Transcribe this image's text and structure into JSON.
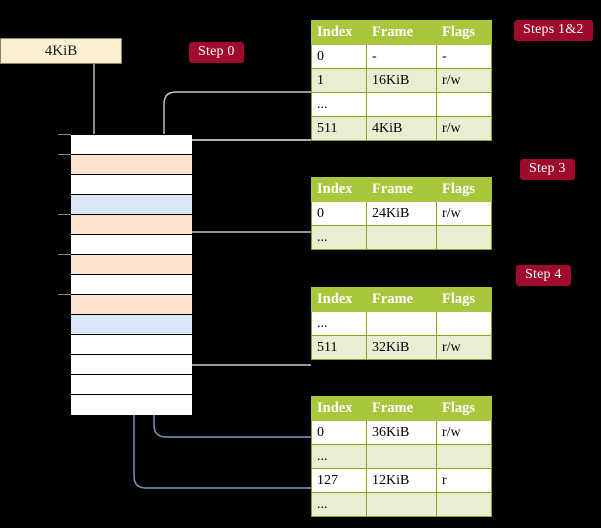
{
  "diagram": {
    "title": "multi-level-page-table-walk",
    "colors": {
      "badge_bg": "#9e0b2b",
      "table_header_bg": "#a8c73c",
      "table_alt_row_bg": "#e7eed2",
      "highlight_bg": "#fbf88a",
      "page_box_bg": "#fbf0d4",
      "mem_row_orange": "#fce2cc",
      "mem_row_blue": "#d9e7f8",
      "wire_gray": "#bdbdbd",
      "wire_blue": "#7d9dc4",
      "background": "#000000"
    }
  },
  "badges": [
    {
      "label": "Steps 1&2",
      "name": "badge-steps-1-2"
    },
    {
      "label": "Step 3",
      "name": "badge-step-3"
    },
    {
      "label": "Step 4",
      "name": "badge-step-4"
    },
    {
      "label": "Step 0",
      "name": "badge-step-0"
    }
  ],
  "page_box": {
    "label": "4KiB"
  },
  "columns": [
    "Index",
    "Frame",
    "Flags"
  ],
  "tables": [
    {
      "name": "page-table-level-4",
      "rows": [
        {
          "index": "0",
          "frame": "-",
          "flags": "-",
          "style": "plain",
          "highlight": false
        },
        {
          "index": "1",
          "frame": "16KiB",
          "flags": "r/w",
          "style": "alt",
          "highlight": false
        },
        {
          "index": "...",
          "frame": "",
          "flags": "",
          "style": "plain",
          "highlight": false
        },
        {
          "index": "511",
          "frame": "4KiB",
          "flags": "r/w",
          "style": "alt",
          "highlight": true
        }
      ]
    },
    {
      "name": "page-table-level-3",
      "rows": [
        {
          "index": "0",
          "frame": "24KiB",
          "flags": "r/w",
          "style": "plain",
          "highlight": false
        },
        {
          "index": "...",
          "frame": "",
          "flags": "",
          "style": "alt",
          "highlight": false
        }
      ]
    },
    {
      "name": "page-table-level-2",
      "rows": [
        {
          "index": "...",
          "frame": "",
          "flags": "",
          "style": "plain",
          "highlight": false
        },
        {
          "index": "511",
          "frame": "32KiB",
          "flags": "r/w",
          "style": "alt",
          "highlight": false
        }
      ]
    },
    {
      "name": "page-table-level-1",
      "rows": [
        {
          "index": "0",
          "frame": "36KiB",
          "flags": "r/w",
          "style": "plain",
          "highlight": false
        },
        {
          "index": "...",
          "frame": "",
          "flags": "",
          "style": "alt",
          "highlight": false
        },
        {
          "index": "127",
          "frame": "12KiB",
          "flags": "r",
          "style": "plain",
          "highlight": false
        },
        {
          "index": "...",
          "frame": "",
          "flags": "",
          "style": "alt",
          "highlight": false
        }
      ]
    }
  ],
  "memory_rows": [
    {
      "fill": "white",
      "tick": true
    },
    {
      "fill": "orange",
      "tick": true
    },
    {
      "fill": "white",
      "tick": false
    },
    {
      "fill": "blue",
      "tick": false
    },
    {
      "fill": "orange",
      "tick": true
    },
    {
      "fill": "white",
      "tick": false
    },
    {
      "fill": "orange",
      "tick": true
    },
    {
      "fill": "white",
      "tick": false
    },
    {
      "fill": "orange",
      "tick": true
    },
    {
      "fill": "blue",
      "tick": false
    },
    {
      "fill": "white",
      "tick": false
    },
    {
      "fill": "white",
      "tick": false
    },
    {
      "fill": "white",
      "tick": false
    },
    {
      "fill": "white",
      "tick": false
    }
  ]
}
